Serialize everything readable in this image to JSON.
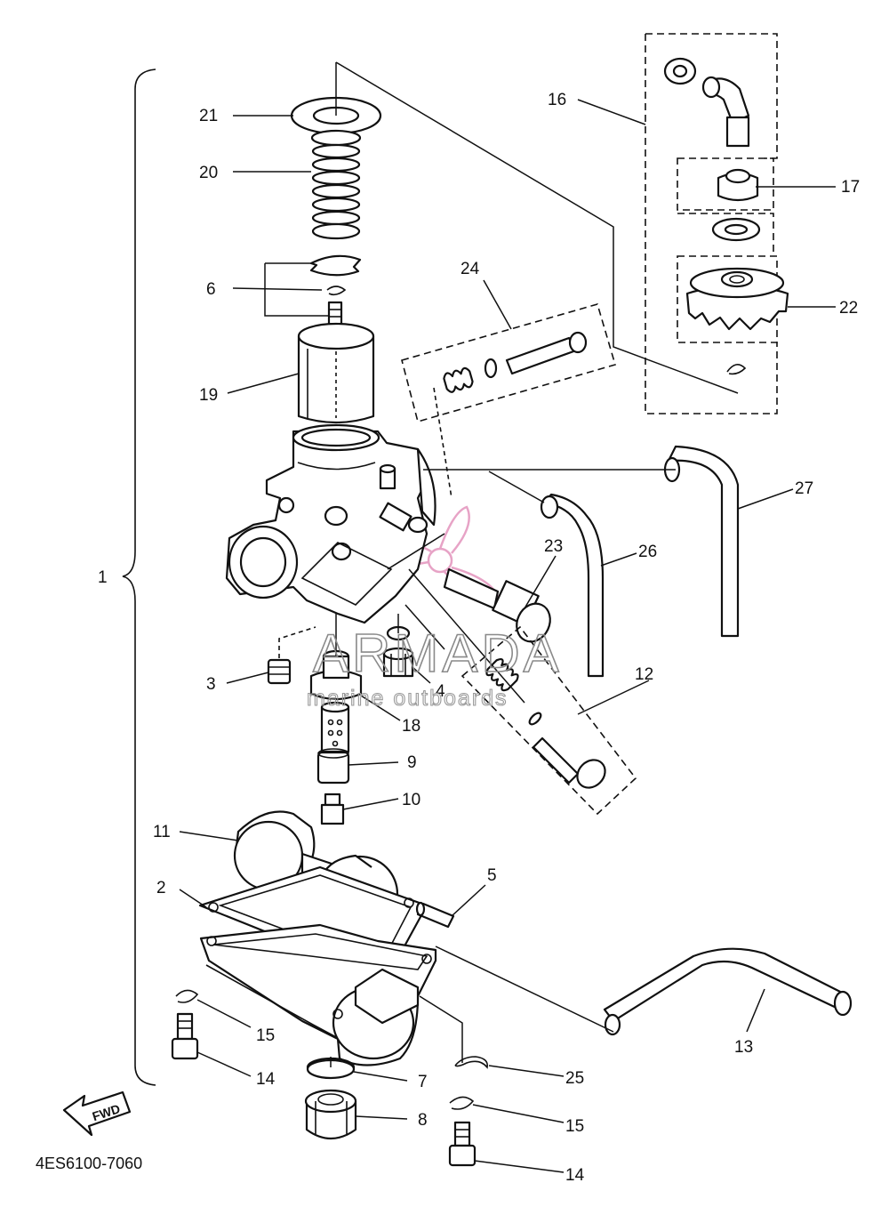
{
  "diagram": {
    "code": "4ES6100-7060",
    "watermark": {
      "brand": "ARMADA",
      "tagline": "marine outboards",
      "logo_color": "#e7a3c6"
    },
    "fwd_label": "FWD",
    "callouts": [
      "1",
      "2",
      "3",
      "4",
      "5",
      "6",
      "7",
      "8",
      "9",
      "10",
      "11",
      "12",
      "13",
      "14",
      "14",
      "15",
      "15",
      "16",
      "17",
      "18",
      "19",
      "20",
      "21",
      "22",
      "23",
      "24",
      "25",
      "26",
      "27"
    ]
  }
}
